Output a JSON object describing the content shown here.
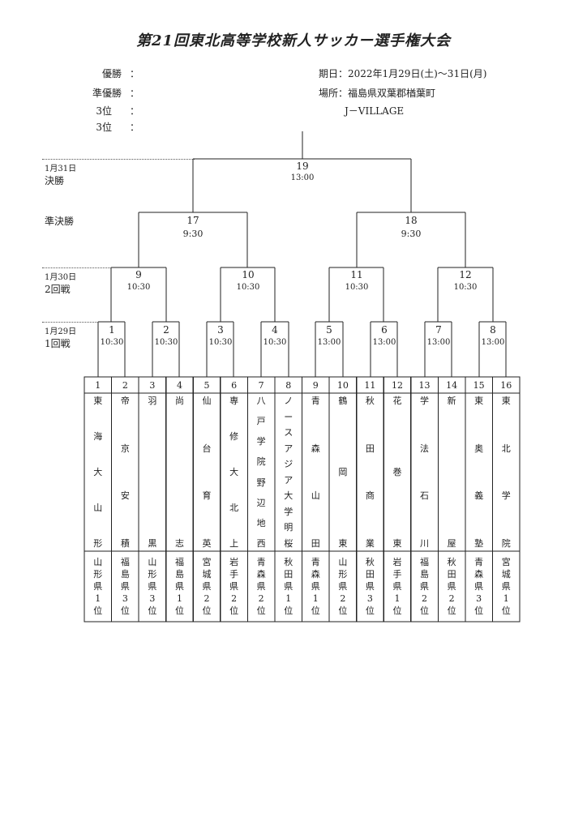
{
  "title": "第21回東北高等学校新人サッカー選手権大会",
  "results": [
    {
      "label": "優勝",
      "colon": "："
    },
    {
      "label": "準優勝",
      "colon": "："
    },
    {
      "label": "3位",
      "colon": "："
    },
    {
      "label": "3位",
      "colon": "："
    }
  ],
  "info": {
    "date": "期日：2022年1月29日(土)～31日(月)",
    "place": "場所：福島県双葉郡楢葉町",
    "venue": "J－VILLAGE"
  },
  "rounds": {
    "final_date": "1月31日",
    "final_name": "決勝",
    "semi_name": "準決勝",
    "r2_date": "1月30日",
    "r2_name": "2回戦",
    "r1_date": "1月29日",
    "r1_name": "1回戦"
  },
  "games": {
    "final": {
      "num": "19",
      "time": "13:00"
    },
    "semis": [
      {
        "num": "17",
        "time": "9:30"
      },
      {
        "num": "18",
        "time": "9:30"
      }
    ],
    "r2": [
      {
        "num": "9",
        "time": "10:30"
      },
      {
        "num": "10",
        "time": "10:30"
      },
      {
        "num": "11",
        "time": "10:30"
      },
      {
        "num": "12",
        "time": "10:30"
      }
    ],
    "r1": [
      {
        "num": "1",
        "time": "10:30"
      },
      {
        "num": "2",
        "time": "10:30"
      },
      {
        "num": "3",
        "time": "10:30"
      },
      {
        "num": "4",
        "time": "10:30"
      },
      {
        "num": "5",
        "time": "13:00"
      },
      {
        "num": "6",
        "time": "13:00"
      },
      {
        "num": "7",
        "time": "13:00"
      },
      {
        "num": "8",
        "time": "13:00"
      }
    ]
  },
  "teams": [
    {
      "num": "1",
      "name": "東海大山形",
      "pref": "山形県1位"
    },
    {
      "num": "2",
      "name": "帝京安積",
      "pref": "福島県3位"
    },
    {
      "num": "3",
      "name": "羽黒",
      "pref": "山形県3位"
    },
    {
      "num": "4",
      "name": "尚志",
      "pref": "福島県1位"
    },
    {
      "num": "5",
      "name": "仙台育英",
      "pref": "宮城県2位"
    },
    {
      "num": "6",
      "name": "専修大北上",
      "pref": "岩手県2位"
    },
    {
      "num": "7",
      "name": "八戸学院野辺地西",
      "pref": "青森県2位"
    },
    {
      "num": "8",
      "name": "ノースアジア大学明桜",
      "pref": "秋田県1位"
    },
    {
      "num": "9",
      "name": "青森山田",
      "pref": "青森県1位"
    },
    {
      "num": "10",
      "name": "鶴岡東",
      "pref": "山形県2位"
    },
    {
      "num": "11",
      "name": "秋田商業",
      "pref": "秋田県3位"
    },
    {
      "num": "12",
      "name": "花巻東",
      "pref": "岩手県1位"
    },
    {
      "num": "13",
      "name": "学法石川",
      "pref": "福島県2位"
    },
    {
      "num": "14",
      "name": "新屋",
      "pref": "秋田県2位"
    },
    {
      "num": "15",
      "name": "東奥義塾",
      "pref": "青森県3位"
    },
    {
      "num": "16",
      "name": "東北学院",
      "pref": "宮城県1位"
    }
  ]
}
